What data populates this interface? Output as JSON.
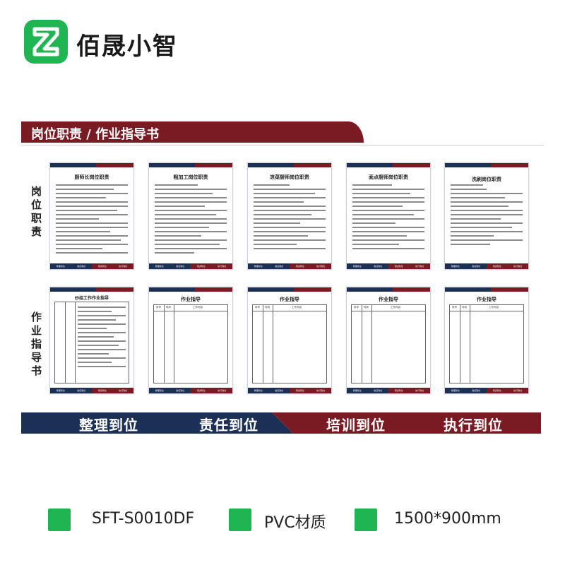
{
  "brand": {
    "name": "佰晟小智",
    "accent": "#1fb552",
    "logo_icon": "hourglass-z-logo"
  },
  "banner": {
    "title": "岗位职责 / 作业指导书"
  },
  "rows": {
    "row1_label": "岗位职责",
    "row2_label": "作业指导书"
  },
  "duty_panels": [
    {
      "title": "厨师长岗位职责"
    },
    {
      "title": "粗加工岗位职责"
    },
    {
      "title": "凉菜厨师岗位职责"
    },
    {
      "title": "面点厨师岗位职责"
    },
    {
      "title": "洗刷岗位职责"
    }
  ],
  "guide_panels": [
    {
      "title": "炒组工作作业指导"
    },
    {
      "title": "作业指导"
    },
    {
      "title": "作业指导"
    },
    {
      "title": "作业指导"
    },
    {
      "title": "作业指导"
    }
  ],
  "guide_table_headers": {
    "col1": "序号",
    "col2": "时间",
    "col3": "工作内容"
  },
  "panel_footer": [
    "整理到位",
    "责任到位",
    "培训到位",
    "执行到位"
  ],
  "ribbon": {
    "items": [
      "整理到位",
      "责任到位",
      "培训到位",
      "执行到位"
    ],
    "navy": "#1c2f55",
    "red": "#7a1a22"
  },
  "specs": {
    "model": "SFT-S0010DF",
    "material": "PVC材质",
    "size": "1500*900mm"
  }
}
